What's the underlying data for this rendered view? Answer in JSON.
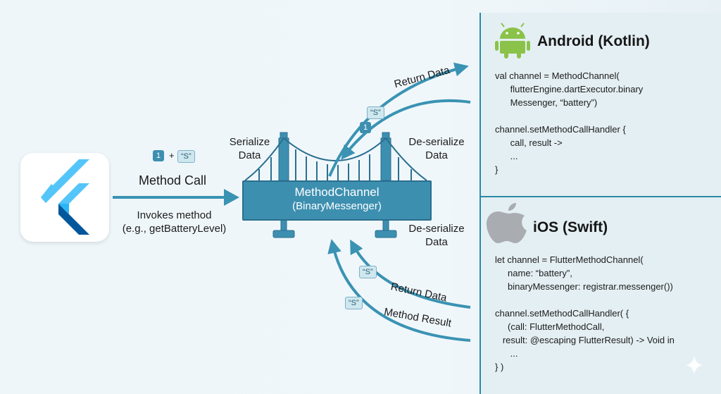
{
  "flutter": {
    "method_call_label": "Method Call",
    "invokes_line1": "Invokes method",
    "invokes_line2": "(e.g., getBatteryLevel)",
    "chip_number": "1",
    "chip_plus": "+",
    "chip_string": "“S”"
  },
  "bridge": {
    "title": "MethodChannel",
    "subtitle": "(BinaryMessenger)",
    "serialize_line1": "Serialize",
    "serialize_line2": "Data",
    "deserialize_top_line1": "De-serialize",
    "deserialize_top_line2": "Data",
    "deserialize_bottom_line1": "De-serialize",
    "deserialize_bottom_line2": "Data"
  },
  "flows": {
    "return_data_top": "Return Data",
    "return_data_bottom": "Return Data",
    "method_result": "Method Result",
    "chip_string_top": "“S”",
    "chip_number_top": "1",
    "chip_string_mid": "“S”",
    "chip_string_low": "“S”"
  },
  "android": {
    "title": "Android (Kotlin)",
    "code": [
      "val channel = MethodChannel(",
      "      flutterEngine.dartExecutor.binary",
      "      Messenger, “battery”)",
      "",
      "channel.setMethodCallHandler {",
      "      call, result ->",
      "      ...",
      "}"
    ]
  },
  "ios": {
    "title": "iOS (Swift)",
    "code": [
      "let channel = FlutterMethodChannel(",
      "     name: “battery”,",
      "     binaryMessenger: registrar.messenger())",
      "",
      "channel.setMethodCallHandler( {",
      "     (call: FlutterMethodCall,",
      "   result: @escaping FlutterResult) -> Void in",
      "      ...",
      "} )"
    ]
  },
  "colors": {
    "accent": "#3d8fb0",
    "arrow": "#3a93b3",
    "panel": "#e4eff3",
    "divider": "#2a8ba5",
    "android_green": "#8bc34a"
  },
  "icons": {
    "flutter": "flutter-logo",
    "android": "android-robot-icon",
    "ios": "apple-icon",
    "sparkle": "sparkle-icon"
  }
}
